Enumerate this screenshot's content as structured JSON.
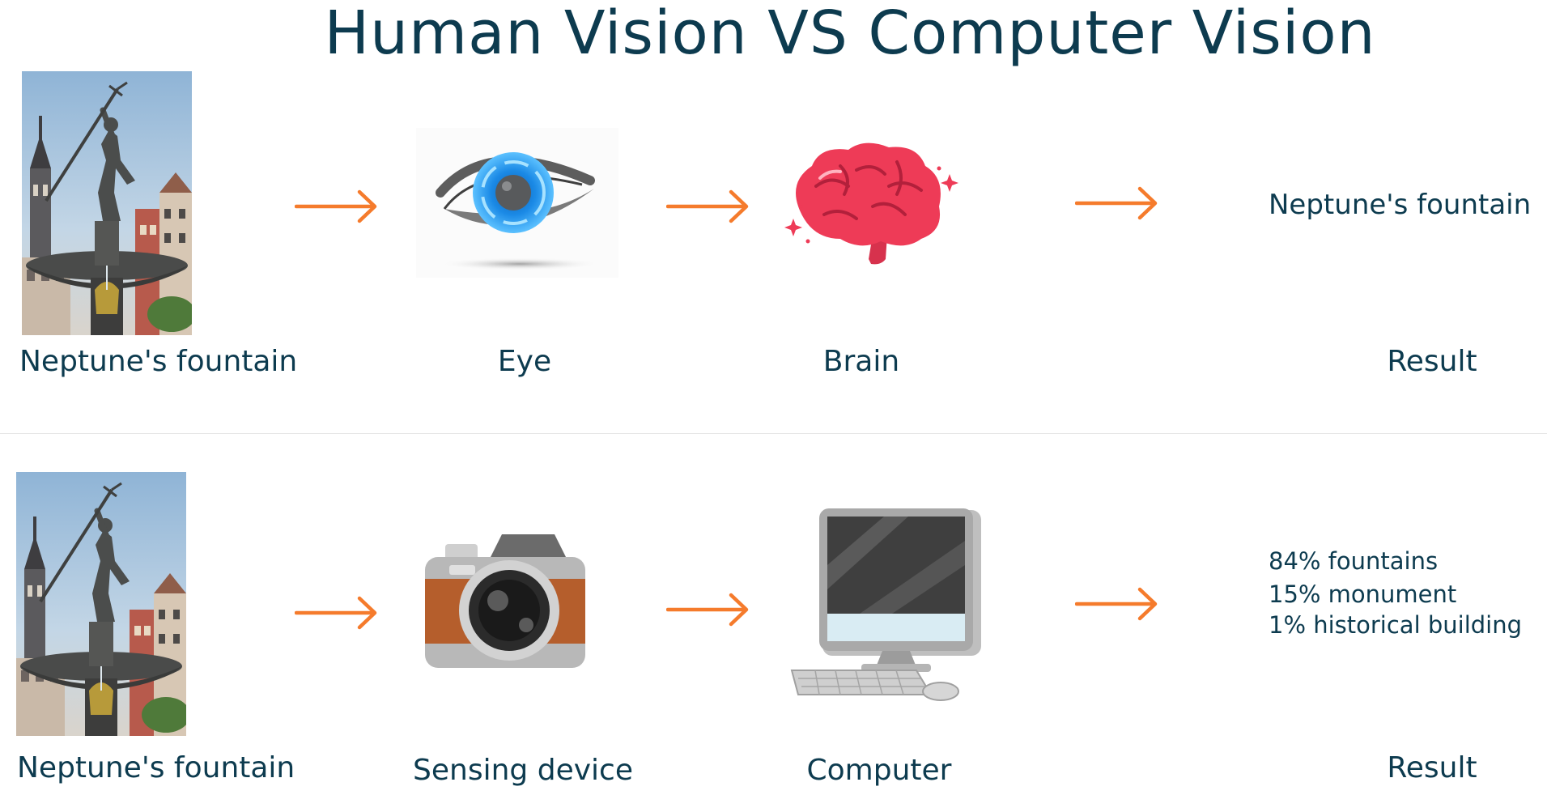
{
  "title": "Human Vision VS Computer Vision",
  "colors": {
    "text": "#0d3b4f",
    "arrow": "#f57b2c"
  },
  "human": {
    "source_label": "Neptune's fountain",
    "sensor_label": "Eye",
    "processor_label": "Brain",
    "result_label": "Result",
    "result_text": "Neptune's fountain",
    "icons": [
      "fountain-photo",
      "eye-icon",
      "brain-icon",
      "arrow-right-icon"
    ]
  },
  "computer": {
    "source_label": "Neptune's fountain",
    "sensor_label": "Sensing device",
    "processor_label": "Computer",
    "result_label": "Result",
    "result_lines": [
      "84% fountains",
      "15% monument",
      "1% historical building"
    ],
    "icons": [
      "fountain-photo",
      "camera-icon",
      "computer-icon",
      "arrow-right-icon"
    ]
  }
}
